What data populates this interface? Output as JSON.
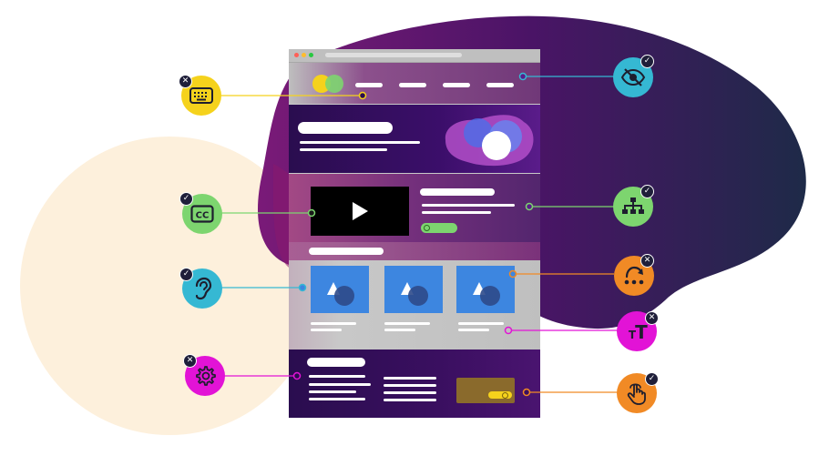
{
  "colors": {
    "cream": "#fdf0dc",
    "purple_dark": "#3a0f5a",
    "purple_mid": "#6b1b7b",
    "navy": "#232a4a",
    "yellow": "#f5d21c",
    "green": "#7dd56f",
    "cyan": "#35b8d3",
    "orange": "#f18a25",
    "magenta": "#e213d6",
    "blue_card": "#3d86e0",
    "page_gray": "#bdbdbd"
  },
  "mockup": {
    "traffic_lights": [
      "#ff5f57",
      "#febc2e",
      "#28c840"
    ],
    "nav_items": 4,
    "cards": 3
  },
  "badges": [
    {
      "name": "keyboard",
      "icon": "keyboard-icon",
      "color": "#f5d21c",
      "status": "cross"
    },
    {
      "name": "captions",
      "icon": "cc-icon",
      "color": "#7dd56f",
      "status": "check"
    },
    {
      "name": "hearing",
      "icon": "ear-icon",
      "color": "#35b8d3",
      "status": "check"
    },
    {
      "name": "settings",
      "icon": "gear-icon",
      "color": "#e213d6",
      "status": "cross"
    },
    {
      "name": "visibility",
      "icon": "eye-off-icon",
      "color": "#35b8d3",
      "status": "check"
    },
    {
      "name": "sitemap",
      "icon": "sitemap-icon",
      "color": "#7dd56f",
      "status": "check"
    },
    {
      "name": "reload",
      "icon": "reload-icon",
      "color": "#f18a25",
      "status": "cross"
    },
    {
      "name": "text-size",
      "icon": "text-size-icon",
      "color": "#e213d6",
      "status": "cross"
    },
    {
      "name": "touch",
      "icon": "touch-icon",
      "color": "#f18a25",
      "status": "check"
    }
  ]
}
